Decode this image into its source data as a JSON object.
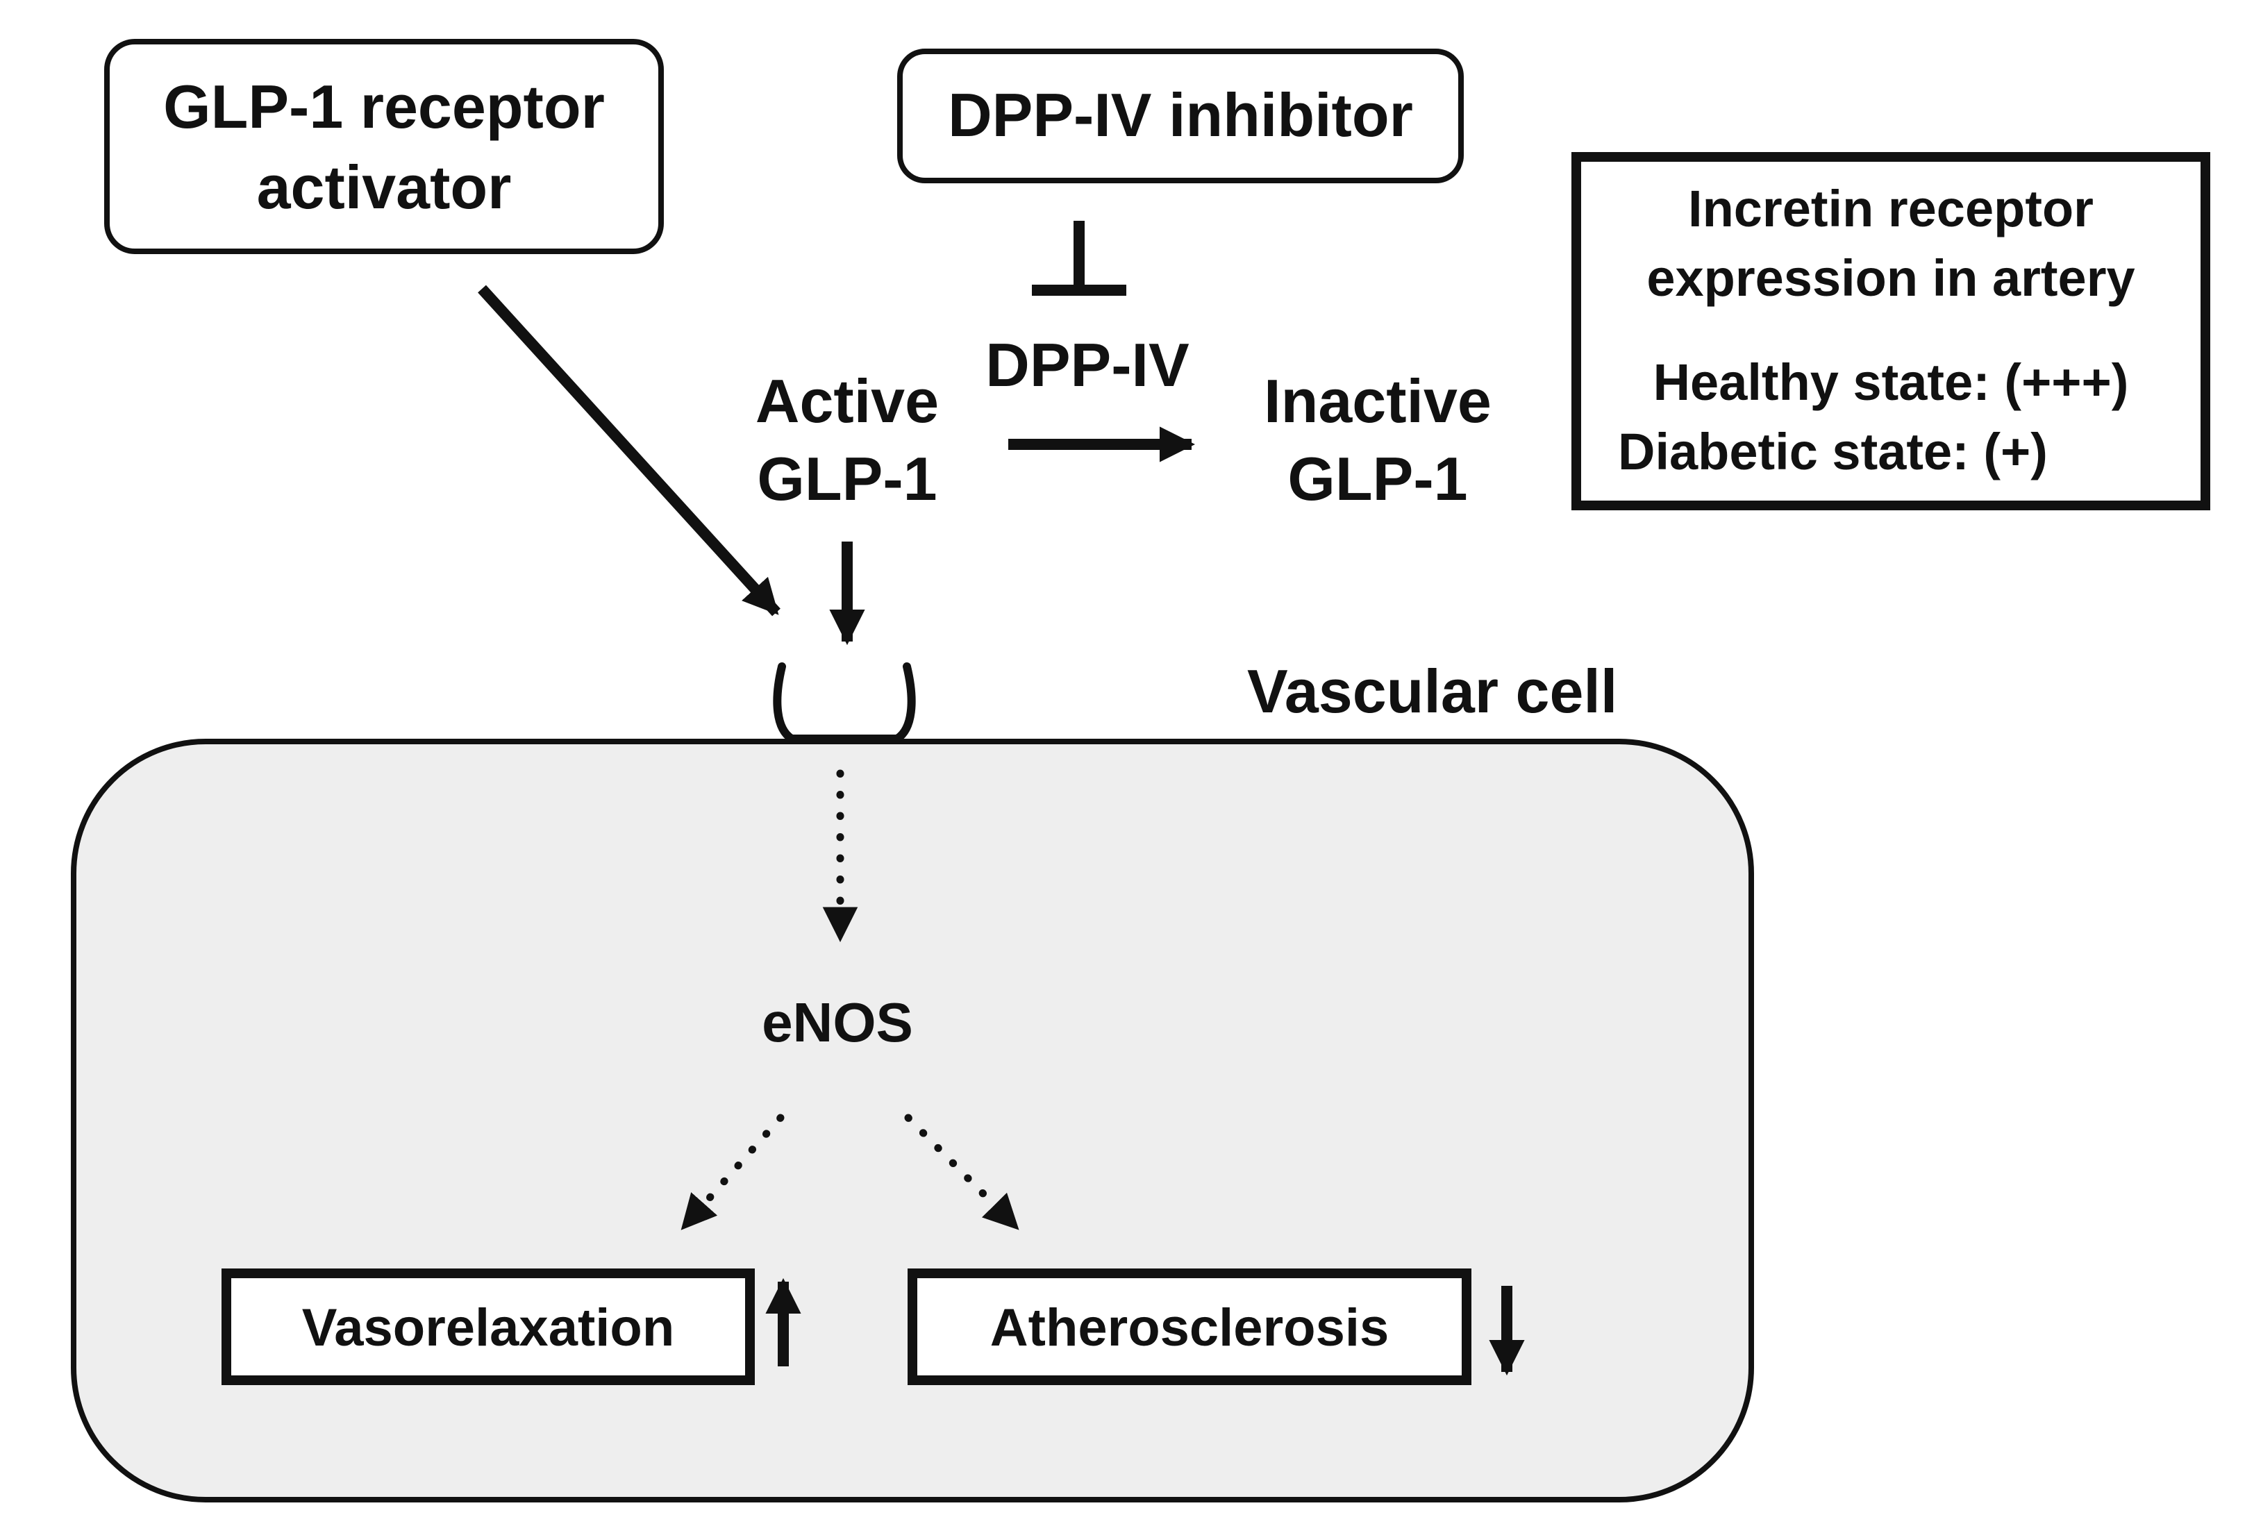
{
  "nodes": {
    "glp1_activator": [
      "GLP-1 receptor",
      "activator"
    ],
    "dpp4_inhibitor": "DPP-IV inhibitor",
    "dpp4": "DPP-IV",
    "active_glp1": [
      "Active",
      "GLP-1"
    ],
    "inactive_glp1": [
      "Inactive",
      "GLP-1"
    ],
    "vascular_cell": "Vascular cell",
    "enos": "eNOS",
    "vasorelaxation": "Vasorelaxation",
    "atherosclerosis": "Atherosclerosis"
  },
  "info_box": {
    "title": [
      "Incretin receptor",
      "expression in artery"
    ],
    "healthy": "Healthy state: (+++)",
    "diabetic": "Diabetic state: (+)"
  },
  "colors": {
    "ink": "#111111",
    "cell_fill": "#eeeeee",
    "background": "#ffffff"
  },
  "edges": [
    {
      "from": "glp1_activator",
      "to": "receptor",
      "style": "solid",
      "kind": "activation"
    },
    {
      "from": "active_glp1",
      "to": "receptor",
      "style": "solid",
      "kind": "activation"
    },
    {
      "from": "dpp4_inhibitor",
      "to": "dpp4",
      "style": "solid",
      "kind": "inhibition"
    },
    {
      "from": "active_glp1",
      "to": "inactive_glp1",
      "style": "solid",
      "kind": "conversion"
    },
    {
      "from": "receptor",
      "to": "enos",
      "style": "dotted",
      "kind": "signaling"
    },
    {
      "from": "enos",
      "to": "vasorelaxation",
      "style": "dotted",
      "kind": "signaling"
    },
    {
      "from": "enos",
      "to": "atherosclerosis",
      "style": "dotted",
      "kind": "signaling"
    }
  ],
  "effects": {
    "vasorelaxation": "up-arrow",
    "atherosclerosis": "down-arrow"
  }
}
